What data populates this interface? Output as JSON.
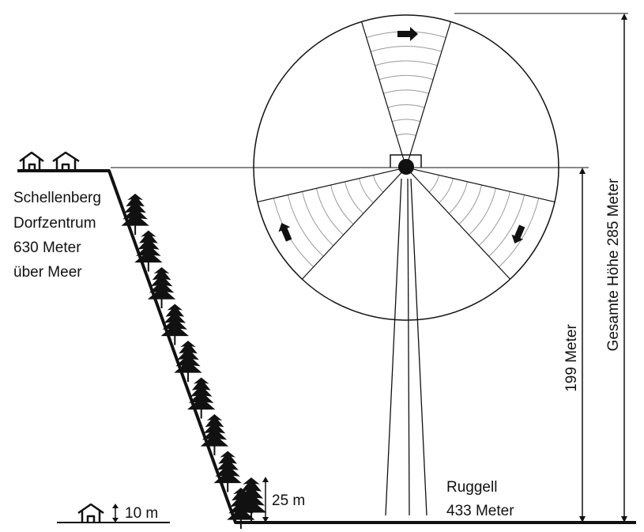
{
  "village": {
    "name_line1": "Schellenberg",
    "name_line2": "Dorfzentrum",
    "altitude_line": "630 Meter",
    "altitude_suffix": "über Meer"
  },
  "valley": {
    "name": "Ruggell",
    "altitude": "433 Meter"
  },
  "dimensions": {
    "hub_height": "199 Meter",
    "total_height": "Gesamte Höhe 285 Meter",
    "house_height": "10 m",
    "tree_height": "25 m"
  },
  "icons": {
    "rotation": "arrow-icon",
    "house": "house-icon",
    "tree": "tree-icon"
  },
  "colors": {
    "line": "#111111",
    "sweep": "#9a9a9a"
  }
}
